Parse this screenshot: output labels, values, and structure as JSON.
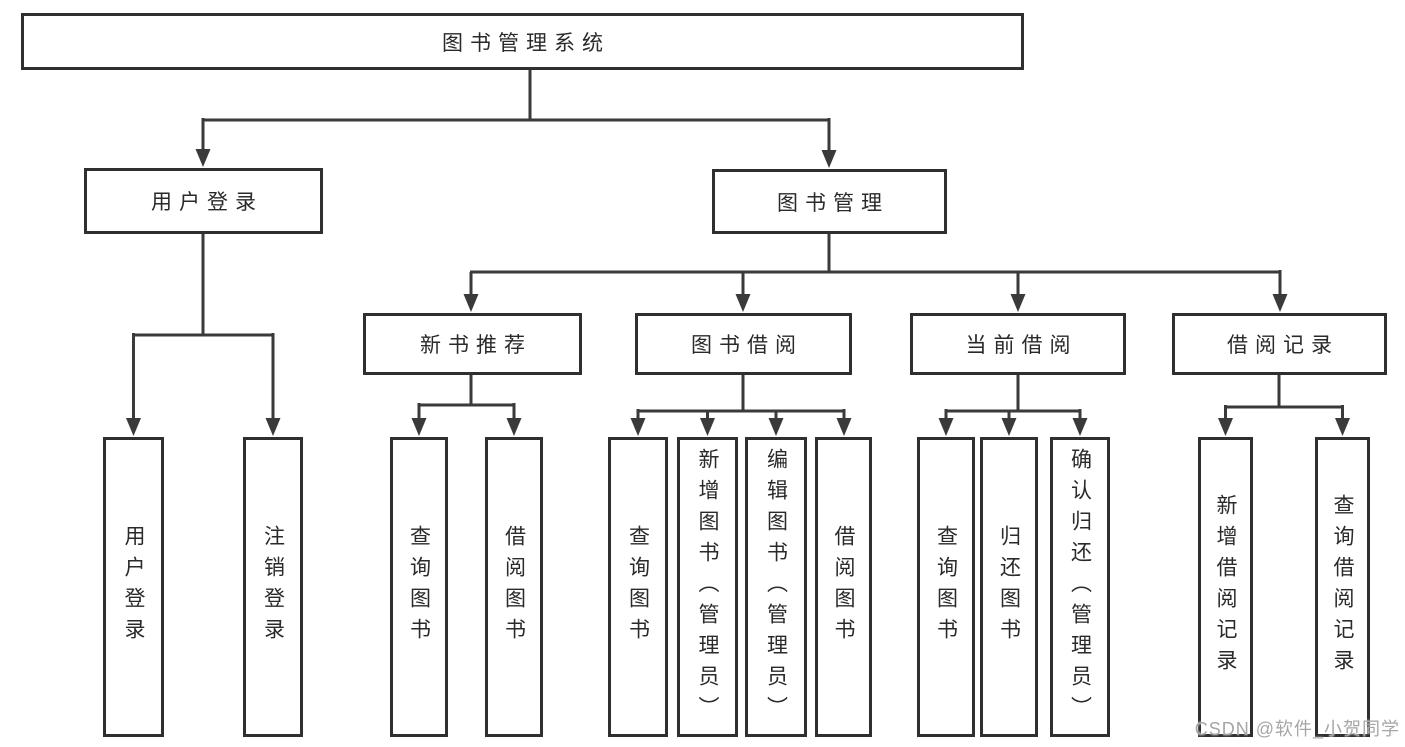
{
  "colors": {
    "background": "#ffffff",
    "line": "#3a3a3a",
    "box_border": "#2f2f2f",
    "text": "#2a2a2a",
    "watermark_text": "#a6a6a6"
  },
  "diagram": {
    "type": "hierarchy-tree",
    "root": {
      "label": "图书管理系统",
      "children": [
        {
          "label": "用户登录",
          "children": [
            {
              "label": "用户登录"
            },
            {
              "label": "注销登录"
            }
          ]
        },
        {
          "label": "图书管理",
          "children": [
            {
              "label": "新书推荐",
              "children": [
                {
                  "label": "查询图书"
                },
                {
                  "label": "借阅图书"
                }
              ]
            },
            {
              "label": "图书借阅",
              "children": [
                {
                  "label": "查询图书"
                },
                {
                  "label": "新增图书（管理员）"
                },
                {
                  "label": "编辑图书（管理员）"
                },
                {
                  "label": "借阅图书"
                }
              ]
            },
            {
              "label": "当前借阅",
              "children": [
                {
                  "label": "查询图书"
                },
                {
                  "label": "归还图书"
                },
                {
                  "label": "确认归还（管理员）"
                }
              ]
            },
            {
              "label": "借阅记录",
              "children": [
                {
                  "label": "新增借阅记录"
                },
                {
                  "label": "查询借阅记录"
                }
              ]
            }
          ]
        }
      ]
    }
  },
  "watermark": {
    "text": "CSDN @软件_小贺同学"
  }
}
